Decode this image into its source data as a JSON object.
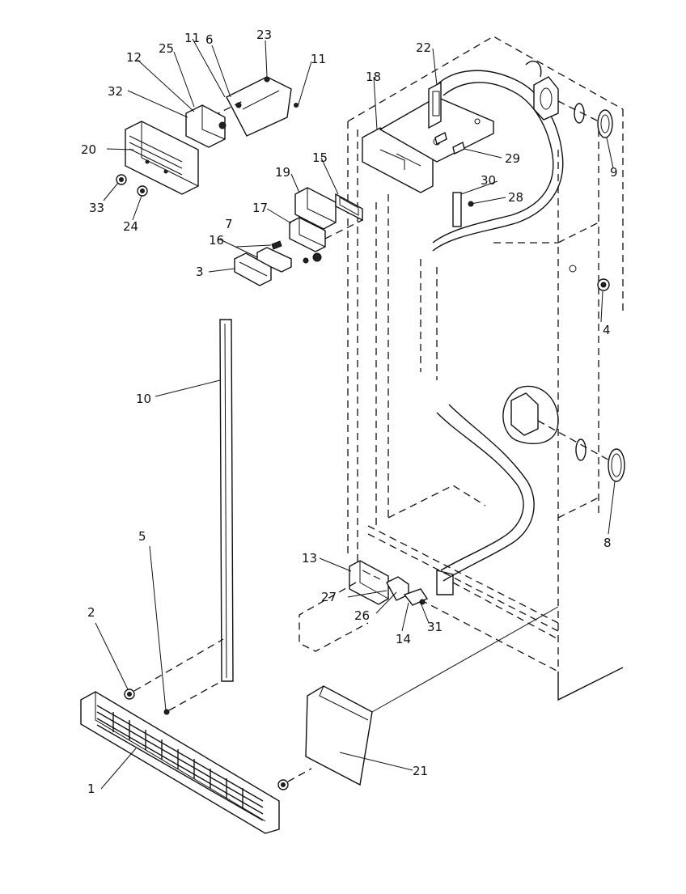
{
  "diagram": {
    "type": "exploded-parts-view",
    "labels": [
      {
        "id": "1",
        "text": "1"
      },
      {
        "id": "2",
        "text": "2"
      },
      {
        "id": "3",
        "text": "3"
      },
      {
        "id": "4",
        "text": "4"
      },
      {
        "id": "5",
        "text": "5"
      },
      {
        "id": "6",
        "text": "6"
      },
      {
        "id": "7",
        "text": "7"
      },
      {
        "id": "8",
        "text": "8"
      },
      {
        "id": "9",
        "text": "9"
      },
      {
        "id": "10",
        "text": "10"
      },
      {
        "id": "11a",
        "text": "11"
      },
      {
        "id": "11b",
        "text": "11"
      },
      {
        "id": "12",
        "text": "12"
      },
      {
        "id": "13",
        "text": "13"
      },
      {
        "id": "14",
        "text": "14"
      },
      {
        "id": "15",
        "text": "15"
      },
      {
        "id": "16",
        "text": "16"
      },
      {
        "id": "17",
        "text": "17"
      },
      {
        "id": "18",
        "text": "18"
      },
      {
        "id": "19",
        "text": "19"
      },
      {
        "id": "20",
        "text": "20"
      },
      {
        "id": "21",
        "text": "21"
      },
      {
        "id": "22",
        "text": "22"
      },
      {
        "id": "23",
        "text": "23"
      },
      {
        "id": "24",
        "text": "24"
      },
      {
        "id": "25",
        "text": "25"
      },
      {
        "id": "26",
        "text": "26"
      },
      {
        "id": "27",
        "text": "27"
      },
      {
        "id": "28",
        "text": "28"
      },
      {
        "id": "29",
        "text": "29"
      },
      {
        "id": "30",
        "text": "30"
      },
      {
        "id": "31",
        "text": "31"
      },
      {
        "id": "32",
        "text": "32"
      },
      {
        "id": "33",
        "text": "33"
      }
    ]
  }
}
